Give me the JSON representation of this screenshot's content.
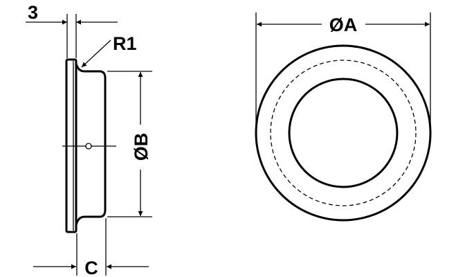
{
  "labels": {
    "flange_thickness": "3",
    "radius": "R1",
    "inner_diameter": "ØB",
    "depth": "C",
    "outer_diameter": "ØA"
  },
  "colors": {
    "line": "#000000",
    "background": "#ffffff"
  }
}
